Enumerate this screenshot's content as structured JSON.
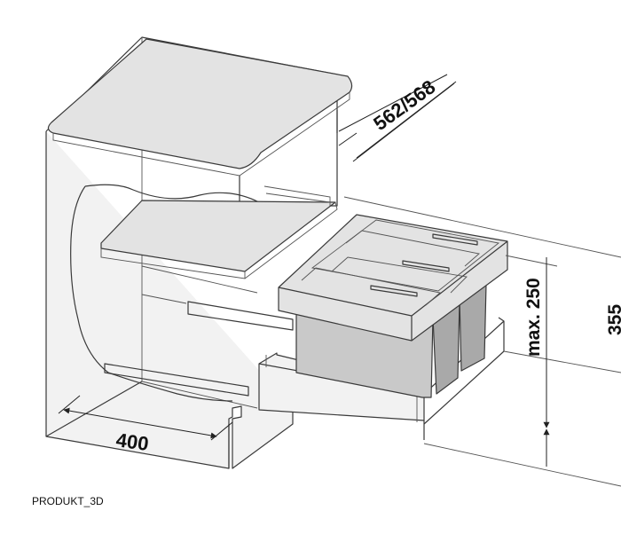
{
  "diagram": {
    "dimensions": {
      "width": "400",
      "depth": "562/568",
      "max_height": "max. 250",
      "height": "355"
    },
    "colors": {
      "cabinet_fill": "#f2f2f2",
      "worktop_fill": "#e3e3e3",
      "bin_fill": "#c9c9c9",
      "bin_dark": "#a9a9a9",
      "line": "#3a3a3a"
    }
  },
  "caption": "PRODUKT_3D"
}
